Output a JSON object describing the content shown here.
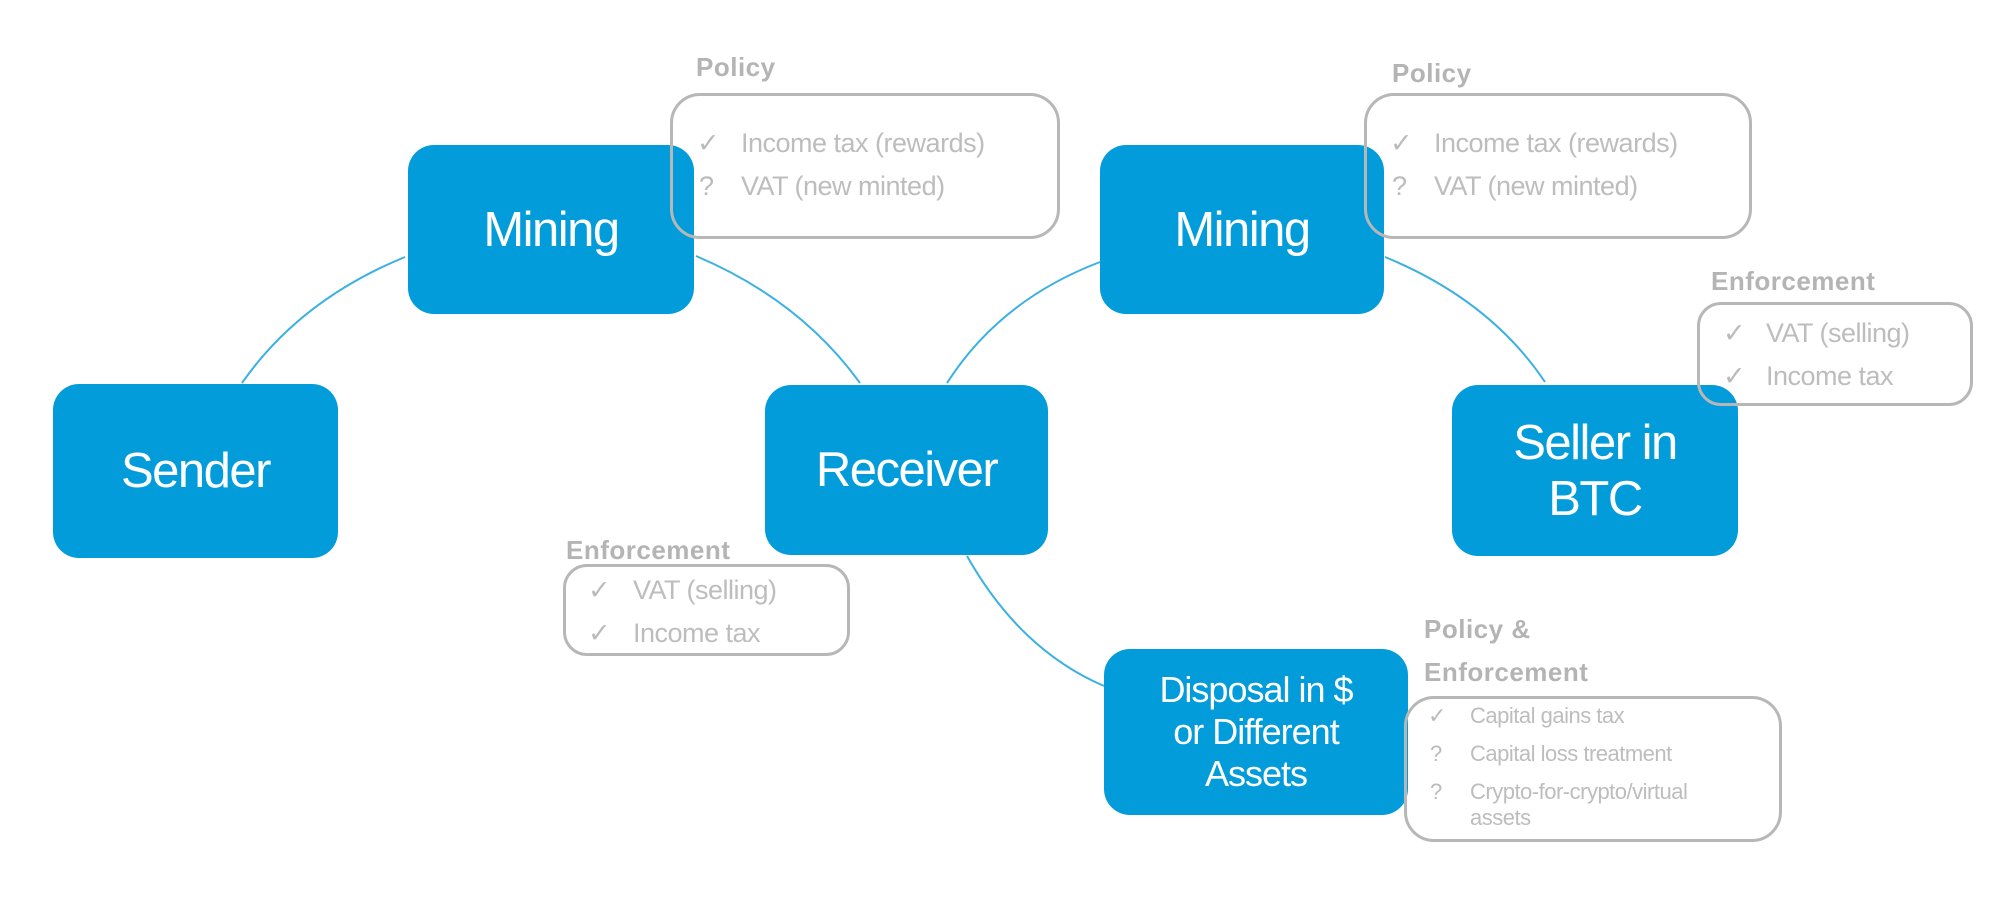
{
  "colors": {
    "node_fill": "#039CDB",
    "node_text": "#FFFFFF",
    "connector": "#3BB0E3",
    "note_border": "#B7B7B7",
    "note_text": "#BDBDBD"
  },
  "nodes": {
    "sender": {
      "label": "Sender"
    },
    "mining_1": {
      "label": "Mining"
    },
    "receiver": {
      "label": "Receiver"
    },
    "mining_2": {
      "label": "Mining"
    },
    "seller": {
      "label_lines": [
        "Seller in",
        "BTC"
      ]
    },
    "disposal": {
      "label_lines": [
        "Disposal in $",
        "or Different",
        "Assets"
      ]
    }
  },
  "connections": [
    {
      "from": "mining_1",
      "to": "sender"
    },
    {
      "from": "mining_1",
      "to": "receiver"
    },
    {
      "from": "mining_2",
      "to": "receiver"
    },
    {
      "from": "mining_2",
      "to": "seller"
    },
    {
      "from": "receiver",
      "to": "disposal"
    }
  ],
  "notes": {
    "mining_1_policy": {
      "title": "Policy",
      "items": [
        {
          "mark": "✓",
          "status": "check-icon",
          "text": "Income tax  (rewards)"
        },
        {
          "mark": "?",
          "status": "question-icon",
          "text": "VAT (new minted)"
        }
      ]
    },
    "mining_2_policy": {
      "title": "Policy",
      "items": [
        {
          "mark": "✓",
          "status": "check-icon",
          "text": "Income tax  (rewards)"
        },
        {
          "mark": "?",
          "status": "question-icon",
          "text": "VAT (new minted)"
        }
      ]
    },
    "receiver_enforcement": {
      "title": "Enforcement",
      "items": [
        {
          "mark": "✓",
          "status": "check-icon",
          "text": "VAT (selling)"
        },
        {
          "mark": "✓",
          "status": "check-icon",
          "text": "Income tax"
        }
      ]
    },
    "seller_enforcement": {
      "title": "Enforcement",
      "items": [
        {
          "mark": "✓",
          "status": "check-icon",
          "text": "VAT (selling)"
        },
        {
          "mark": "✓",
          "status": "check-icon",
          "text": "Income tax"
        }
      ]
    },
    "disposal_policy_enforcement": {
      "title_lines": [
        "Policy &",
        "Enforcement"
      ],
      "items": [
        {
          "mark": "✓",
          "status": "check-icon",
          "text": "Capital gains tax"
        },
        {
          "mark": "?",
          "status": "question-icon",
          "text": "Capital loss treatment"
        },
        {
          "mark": "?",
          "status": "question-icon",
          "text": "Crypto-for-crypto/virtual"
        },
        {
          "mark": "",
          "status": "continuation",
          "text": "assets"
        }
      ]
    }
  }
}
